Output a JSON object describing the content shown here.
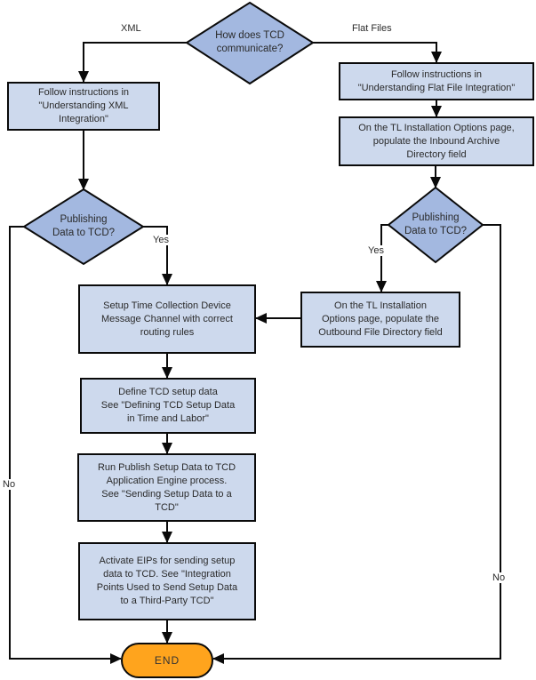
{
  "flowchart": {
    "nodes": {
      "decision_communicate": "How does TCD\ncommunicate?",
      "process_xml": "Follow instructions in\n\"Understanding XML\nIntegration\"",
      "process_flat": "Follow instructions in\n\"Understanding Flat File Integration\"",
      "process_inbound": "On the TL Installation Options page,\npopulate the Inbound Archive\nDirectory field",
      "decision_publish_left": "Publishing\nData to TCD?",
      "decision_publish_right": "Publishing\nData to TCD?",
      "process_outbound": "On the TL Installation\nOptions page, populate the\nOutbound File Directory field",
      "process_channel": "Setup Time Collection Device\nMessage Channel with correct\nrouting rules",
      "process_define": "Define TCD setup data\nSee \"Defining TCD Setup Data\nin Time and Labor\"",
      "process_run": "Run Publish Setup Data to TCD\nApplication Engine process.\nSee \"Sending Setup Data to a\nTCD\"",
      "process_activate": "Activate EIPs for sending setup\ndata  to TCD. See \"Integration\nPoints Used to Send Setup Data\nto a Third-Party TCD\"",
      "terminator_end": "END"
    },
    "edge_labels": {
      "xml": "XML",
      "flat_files": "Flat Files",
      "yes_left": "Yes",
      "yes_right": "Yes",
      "no_left": "No",
      "no_right": "No"
    },
    "colors": {
      "process_fill": "#cdd9ed",
      "decision_fill": "#a3b8e0",
      "terminator_fill": "#ffa41d",
      "line": "#0a0a0a",
      "background": "#ffffff"
    }
  }
}
